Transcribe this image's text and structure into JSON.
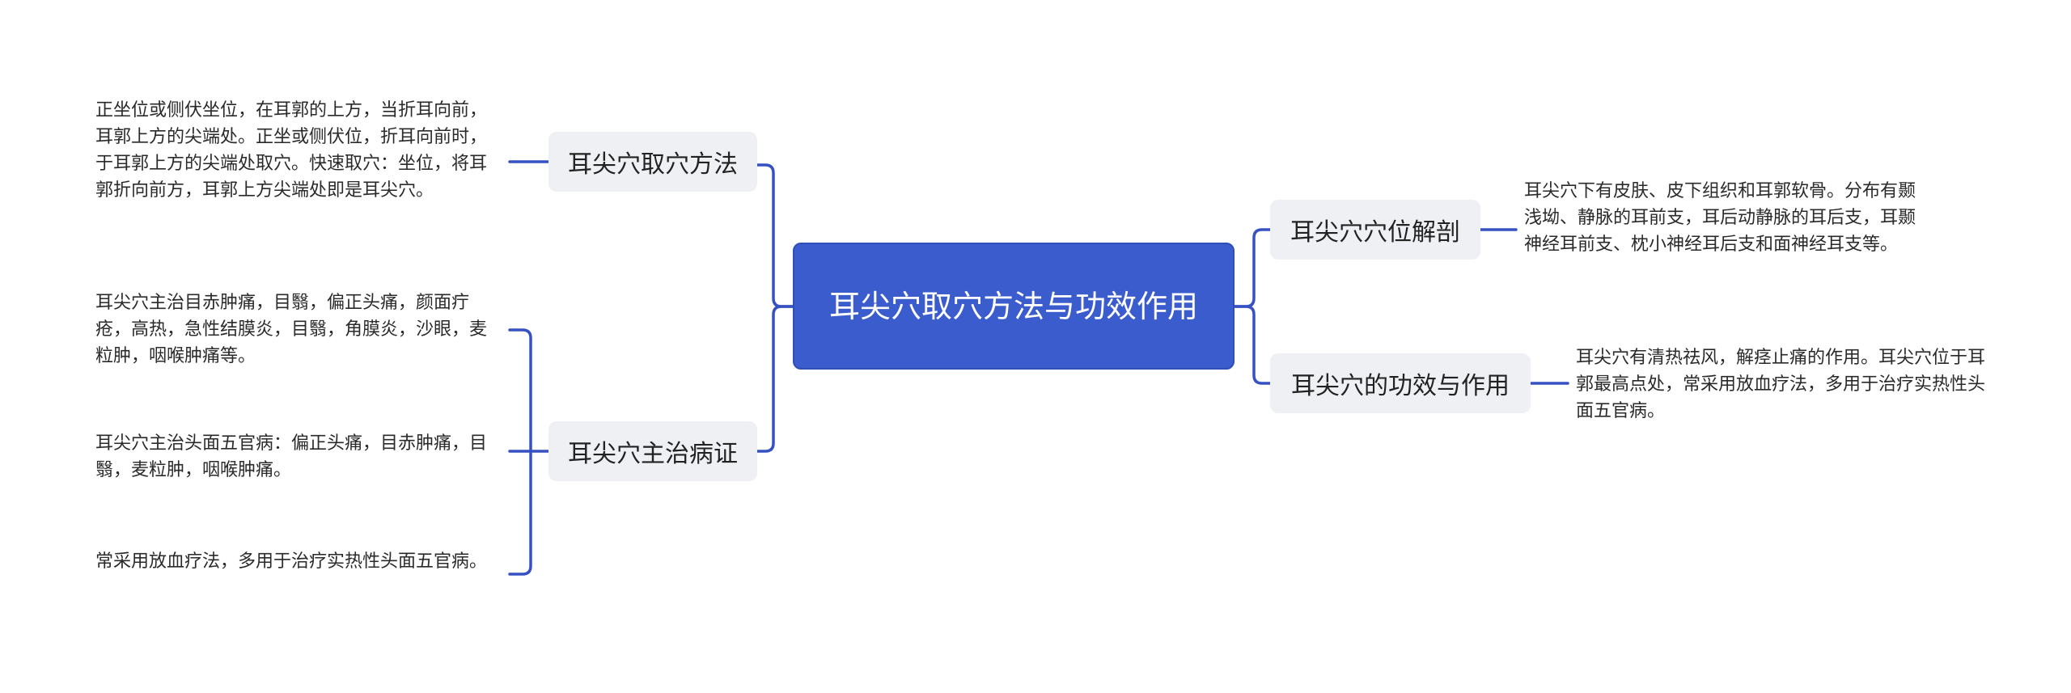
{
  "mindmap": {
    "root": {
      "label": "耳尖穴取穴方法与功效作用"
    },
    "branches": [
      {
        "label": "耳尖穴取穴方法",
        "leaves": [
          "正坐位或侧伏坐位，在耳郭的上方，当折耳向前，耳郭上方的尖端处。正坐或侧伏位，折耳向前时，于耳郭上方的尖端处取穴。快速取穴：坐位，将耳郭折向前方，耳郭上方尖端处即是耳尖穴。"
        ]
      },
      {
        "label": "耳尖穴主治病证",
        "leaves": [
          "耳尖穴主治目赤肿痛，目翳，偏正头痛，颜面疔疮，高热，急性结膜炎，目翳，角膜炎，沙眼，麦粒肿，咽喉肿痛等。",
          "耳尖穴主治头面五官病：偏正头痛，目赤肿痛，目翳，麦粒肿，咽喉肿痛。",
          "常采用放血疗法，多用于治疗实热性头面五官病。"
        ]
      },
      {
        "label": "耳尖穴穴位解剖",
        "leaves": [
          "耳尖穴下有皮肤、皮下组织和耳郭软骨。分布有颞浅坳、静脉的耳前支，耳后动静脉的耳后支，耳颞神经耳前支、枕小神经耳后支和面神经耳支等。"
        ]
      },
      {
        "label": "耳尖穴的功效与作用",
        "leaves": [
          "耳尖穴有清热祛风，解痉止痛的作用。耳尖穴位于耳郭最高点处，常采用放血疗法，多用于治疗实热性头面五官病。"
        ]
      }
    ],
    "colors": {
      "root_fill": "#3a5ccc",
      "connector": "#3651c2",
      "branch_fill": "#eef0f4",
      "text": "#222222"
    }
  }
}
